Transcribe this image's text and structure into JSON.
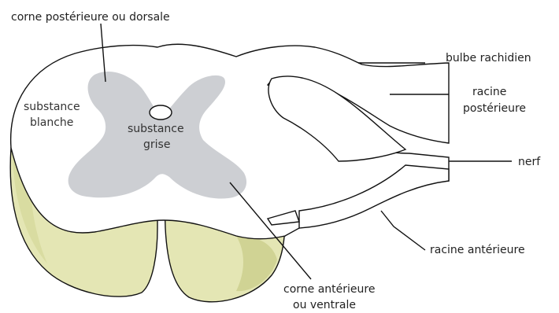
{
  "labels": {
    "corne_posterieure": "corne postérieure ou dorsale",
    "bulbe_rachidien": "bulbe rachidien",
    "racine_posterieure_l1": "racine",
    "racine_posterieure_l2": "postérieure",
    "nerf": "nerf",
    "racine_anterieure": "racine antérieure",
    "corne_anterieure_l1": "corne antérieure",
    "corne_anterieure_l2": "ou ventrale",
    "substance_blanche_l1": "substance",
    "substance_blanche_l2": "blanche",
    "substance_grise_l1": "substance",
    "substance_grise_l2": "grise"
  },
  "colors": {
    "cord_side": "#e4e6b4",
    "cord_side_shadow": "#c9cc8a",
    "white_matter": "#ffffff",
    "grey_matter": "#cdcfd3",
    "outline": "#111111"
  }
}
